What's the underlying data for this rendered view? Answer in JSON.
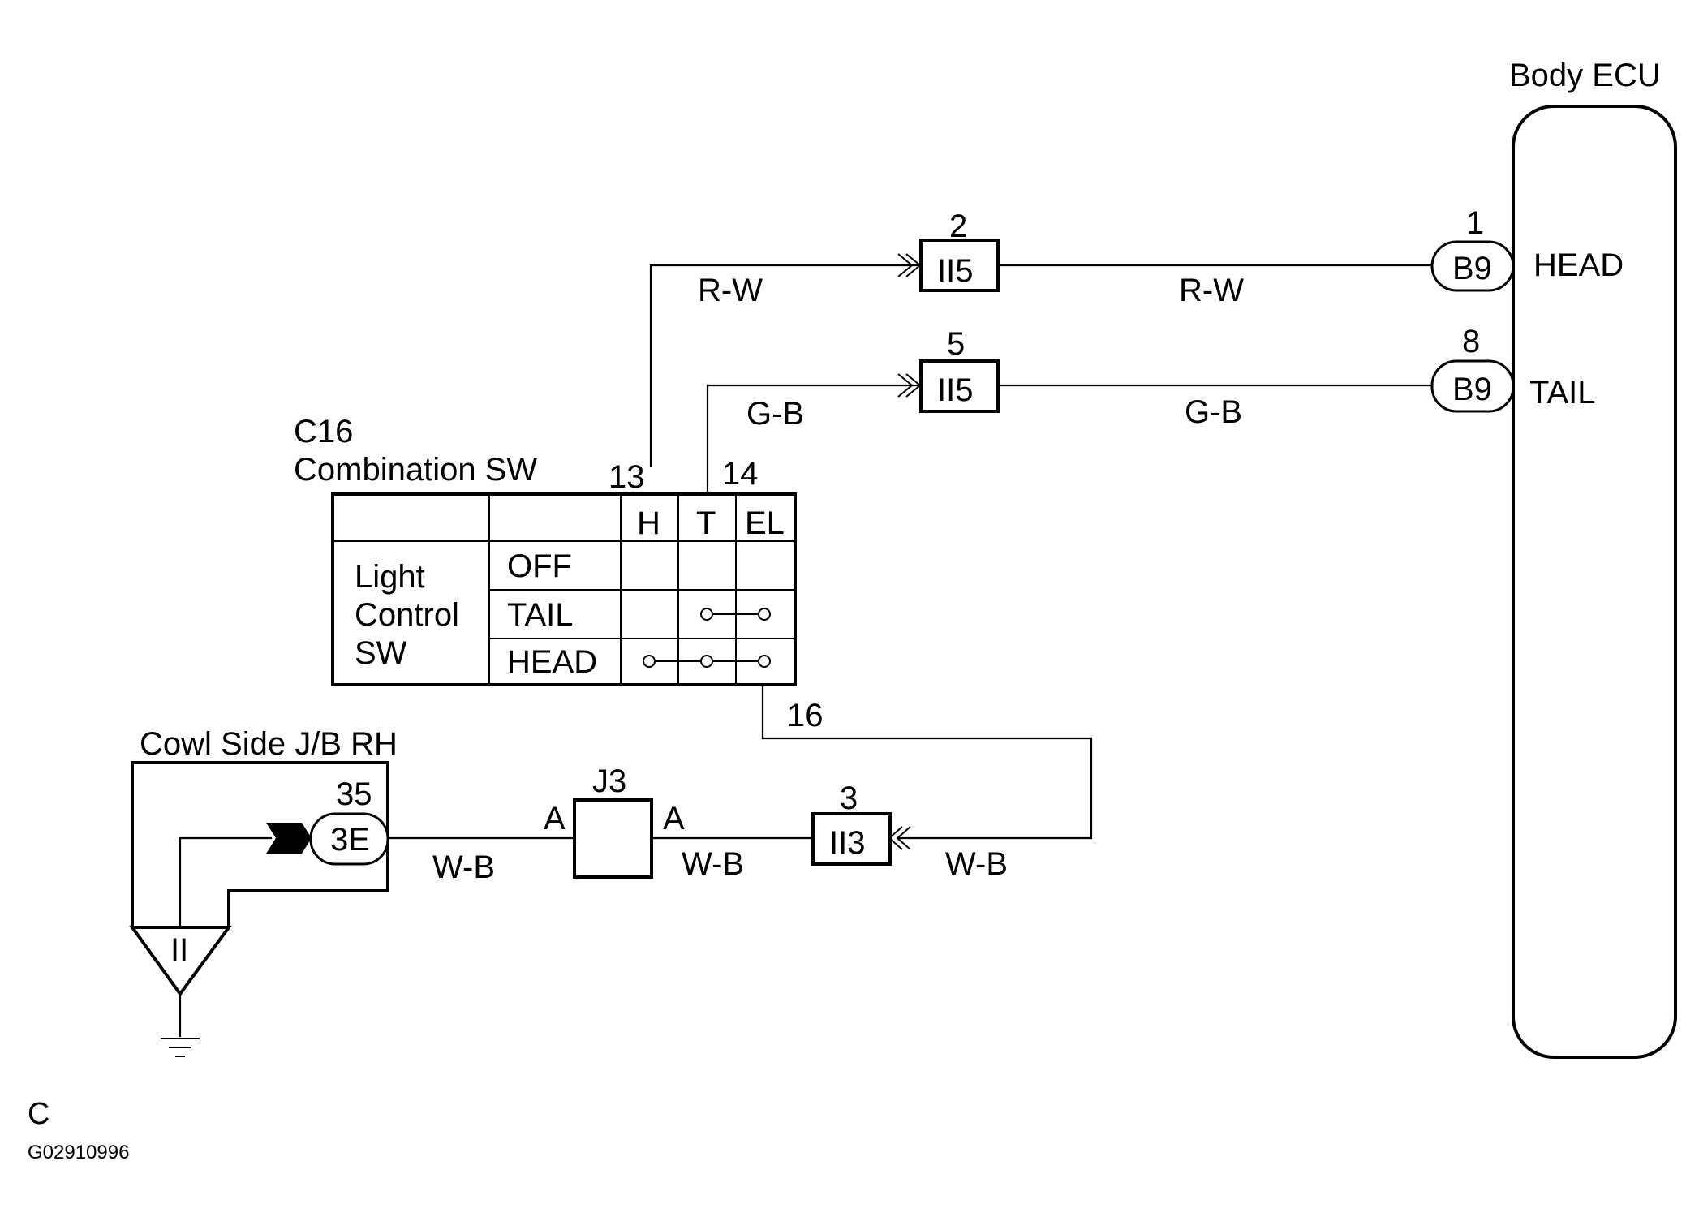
{
  "ecu": {
    "title": "Body ECU",
    "head": {
      "pin": "1",
      "connector": "B9",
      "terminal": "HEAD"
    },
    "tail": {
      "pin": "8",
      "connector": "B9",
      "terminal": "TAIL"
    }
  },
  "splices": {
    "upper": {
      "pin": "2",
      "label": "II5"
    },
    "lower": {
      "pin": "5",
      "label": "II5"
    },
    "ground": {
      "pin": "3",
      "label": "II3"
    }
  },
  "wires": {
    "rw_left": "R-W",
    "rw_right": "R-W",
    "gb_left": "G-B",
    "gb_right": "G-B",
    "wb_1": "W-B",
    "wb_2": "W-B",
    "wb_3": "W-B"
  },
  "switch": {
    "code": "C16",
    "name": "Combination SW",
    "pin_h": "13",
    "pin_t": "14",
    "pin_gnd": "16",
    "col_h": "H",
    "col_t": "T",
    "col_el": "EL",
    "group_line1": "Light",
    "group_line2": "Control",
    "group_line3": "SW",
    "rows": [
      "OFF",
      "TAIL",
      "HEAD"
    ]
  },
  "junction": {
    "title": "J3",
    "left_pin": "A",
    "right_pin": "A"
  },
  "cowl": {
    "title": "Cowl Side J/B RH",
    "pin": "35",
    "connector": "3E",
    "ground_label": "II"
  },
  "footer": {
    "letter": "C",
    "code": "G02910996"
  }
}
